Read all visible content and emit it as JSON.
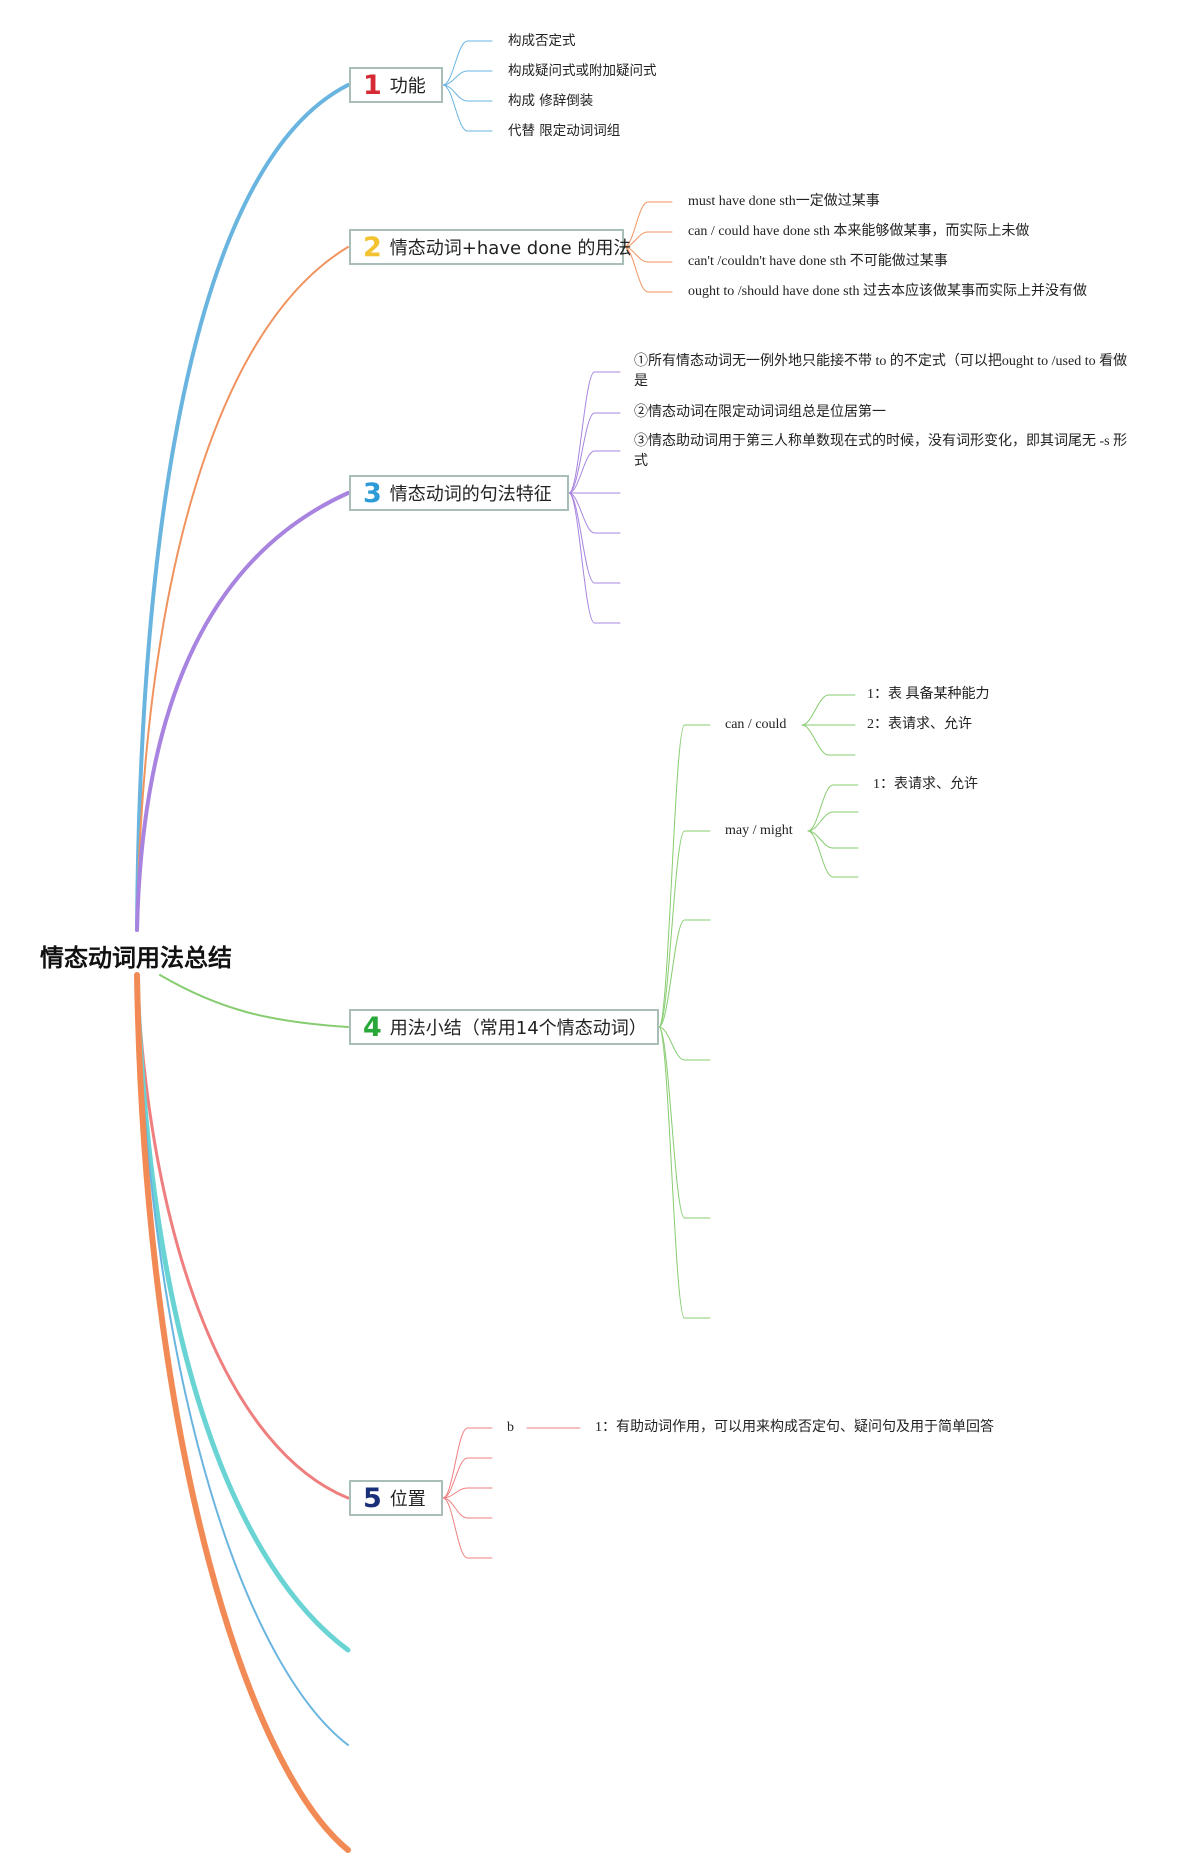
{
  "root": {
    "title": "情态动词用法总结"
  },
  "colors": {
    "b1": "#6ab5e0",
    "b2": "#f0935e",
    "b3": "#a884e0",
    "b4": "#86cc70",
    "b5": "#ef7f7f",
    "b6": "#6ad4d4",
    "b7": "#6ab5e0",
    "b8": "#f28a55",
    "num1": "#d62b35",
    "num2": "#f2c230",
    "num3": "#2e9bd6",
    "num4": "#28a838",
    "num5": "#1a2f7a"
  },
  "branches": [
    {
      "num": "1",
      "label": "功能",
      "children": [
        "构成否定式",
        "构成疑问式或附加疑问式",
        "构成 修辞倒装",
        "代替 限定动词词组"
      ]
    },
    {
      "num": "2",
      "label": "情态动词+have done 的用法",
      "children": [
        "must have done sth一定做过某事",
        "can / could have done sth 本来能够做某事，而实际上未做",
        "can't /couldn't have done sth 不可能做过某事",
        "ought to /should have done sth 过去本应该做某事而实际上并没有做"
      ]
    },
    {
      "num": "3",
      "label": "情态动词的句法特征",
      "children": [
        "①所有情态动词无一例外地只能接不带 to 的不定式（可以把ought to /used to 看做是",
        "②情态动词在限定动词词组总是位居第一",
        "③情态助动词用于第三人称单数现在式的时候，没有词形变化，即其词尾无 -s 形式"
      ]
    },
    {
      "num": "4",
      "label": "用法小结（常用14个情态动词）",
      "children": [
        {
          "label": "can / could",
          "children": [
            "1：表 具备某种能力",
            "2：表请求、允许"
          ]
        },
        {
          "label": "may / might",
          "children": [
            "1：表请求、允许"
          ]
        }
      ]
    },
    {
      "num": "5",
      "label": "位置",
      "children": [
        {
          "label": "b",
          "children": [
            "1：有助动词作用，可以用来构成否定句、疑问句及用于简单回答"
          ]
        }
      ]
    }
  ]
}
